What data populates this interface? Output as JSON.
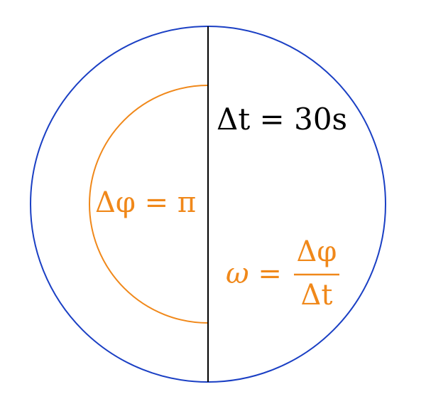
{
  "labels": {
    "time_delta": "Δt = 30s",
    "angle_delta": "Δφ = π",
    "omega_lhs": "ω =",
    "omega_numerator": "Δφ",
    "omega_denominator": "Δt"
  },
  "colors": {
    "outer_circle": "#1a3fc4",
    "inner_arc": "#f0881a",
    "divider": "#000000",
    "black_text": "#000000",
    "orange_text": "#f0881a"
  }
}
